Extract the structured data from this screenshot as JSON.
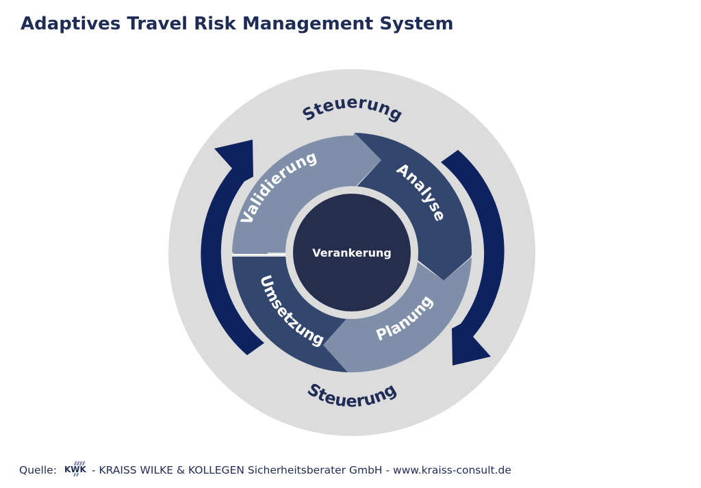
{
  "title": "Adaptives Travel Risk Management System",
  "outer_labels": {
    "top": "Steuerung",
    "bottom": "Steuerung"
  },
  "segments": [
    {
      "id": "validierung",
      "label": "Validierung",
      "color": "#7f8ea9"
    },
    {
      "id": "analyse",
      "label": "Analyse",
      "color": "#33466d"
    },
    {
      "id": "planung",
      "label": "Planung",
      "color": "#7f8ea9"
    },
    {
      "id": "umsetzung",
      "label": "Umsetzung",
      "color": "#33466d"
    }
  ],
  "center": {
    "label": "Verankerung",
    "color": "#262e4e"
  },
  "colors": {
    "outer_circle": "#dcdcdc",
    "arrow": "#0f2260",
    "text_dark": "#1f2c55"
  },
  "footer": {
    "prefix": "Quelle:",
    "logo_text": "KWK",
    "text": "- KRAISS WILKE & KOLLEGEN Sicherheitsberater GmbH - www.kraiss-consult.de"
  }
}
